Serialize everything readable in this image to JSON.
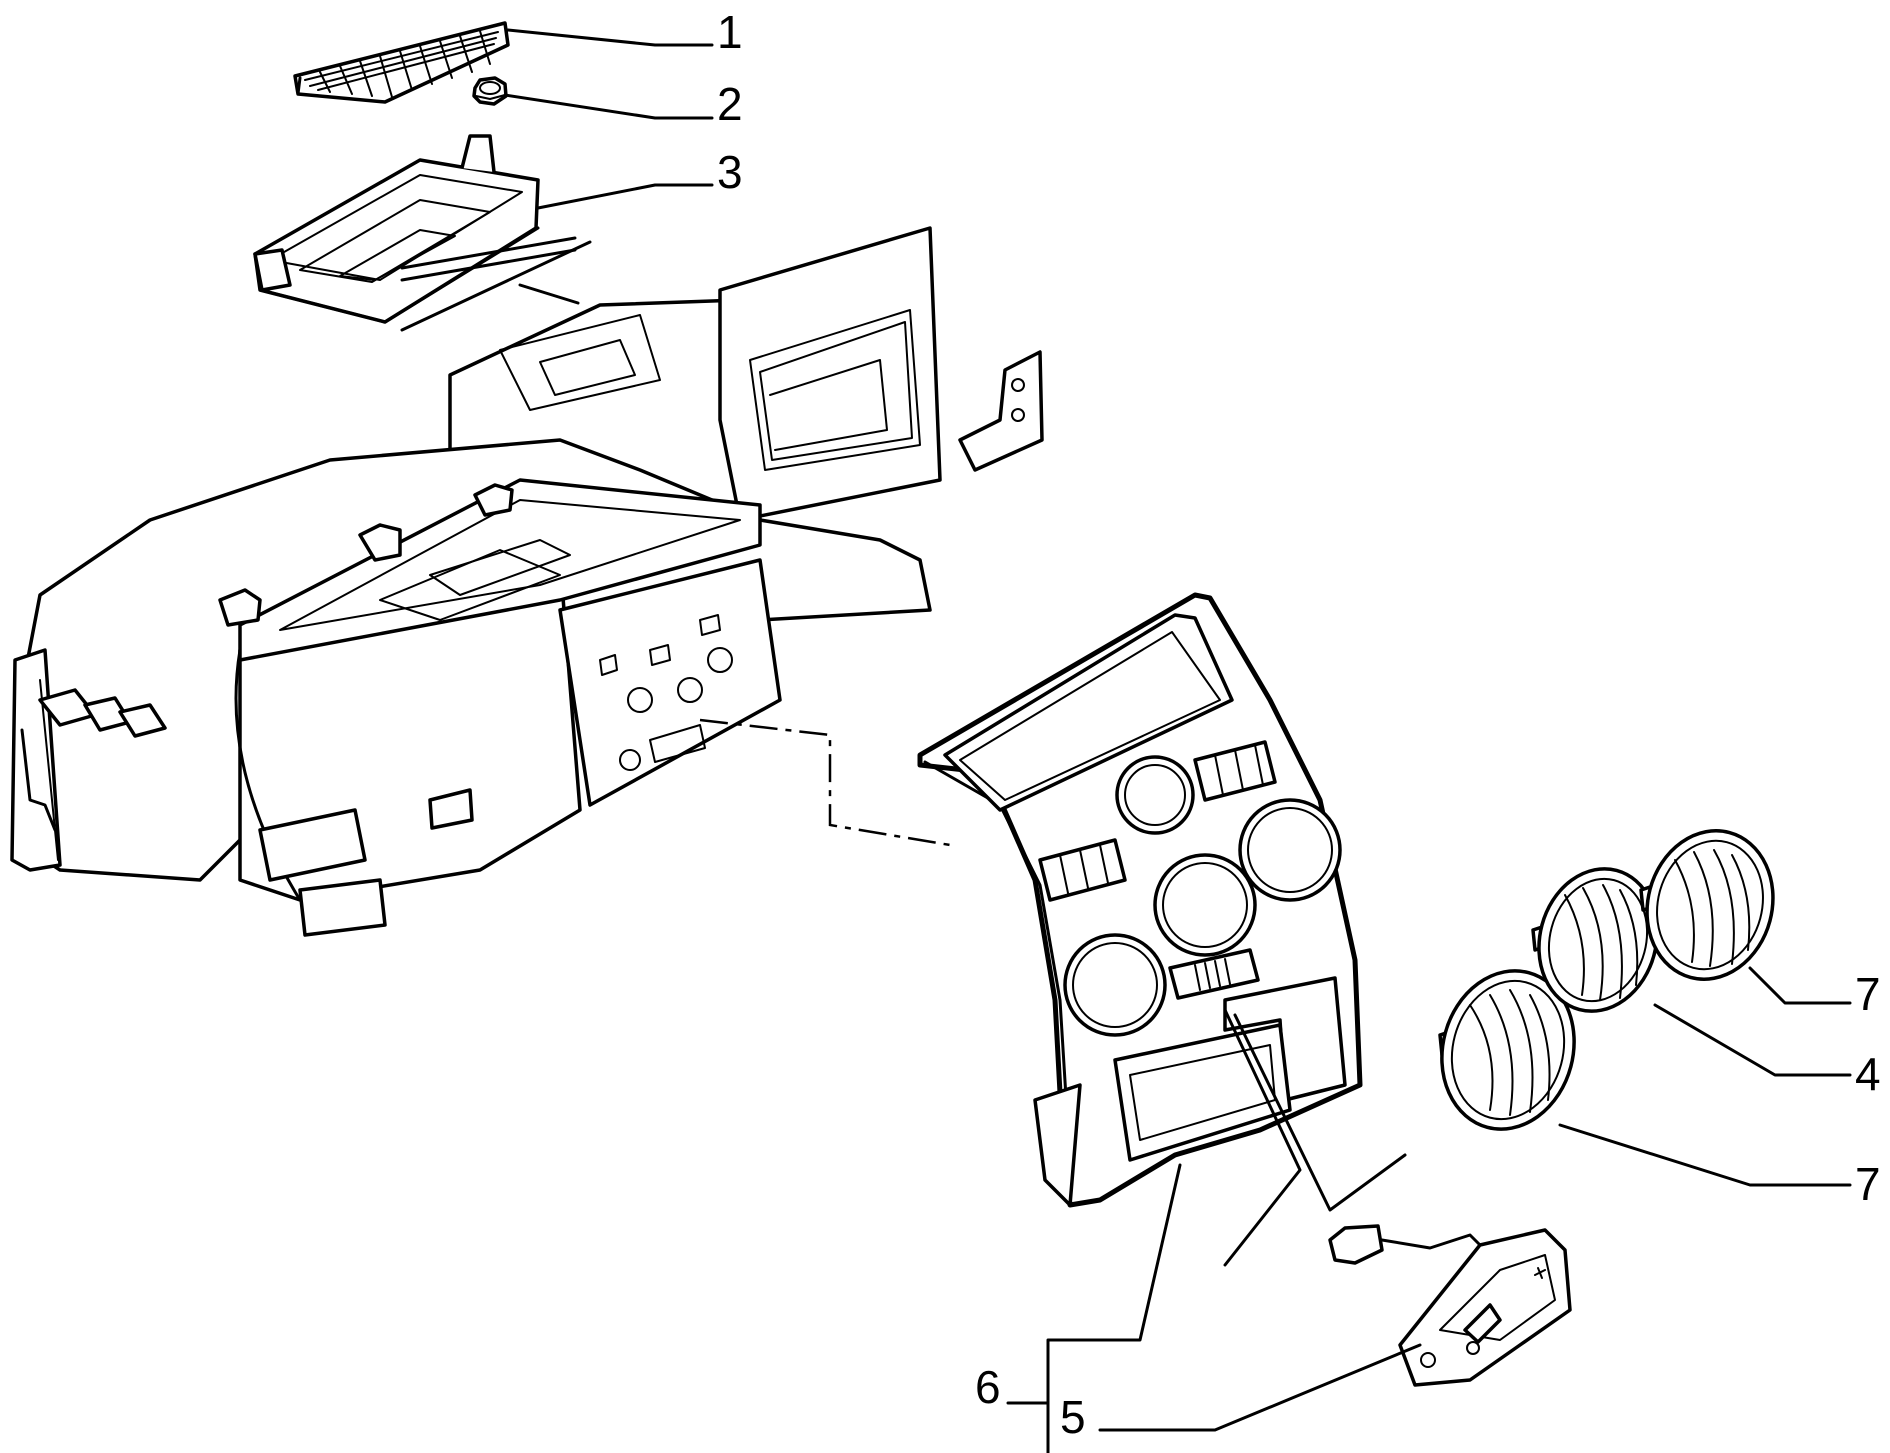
{
  "diagram": {
    "callouts": [
      {
        "id": "c1",
        "label": "1"
      },
      {
        "id": "c2",
        "label": "2"
      },
      {
        "id": "c3",
        "label": "3"
      },
      {
        "id": "c4",
        "label": "4"
      },
      {
        "id": "c5",
        "label": "5"
      },
      {
        "id": "c6",
        "label": "6"
      },
      {
        "id": "c7a",
        "label": "7"
      },
      {
        "id": "c7b",
        "label": "7"
      }
    ]
  }
}
